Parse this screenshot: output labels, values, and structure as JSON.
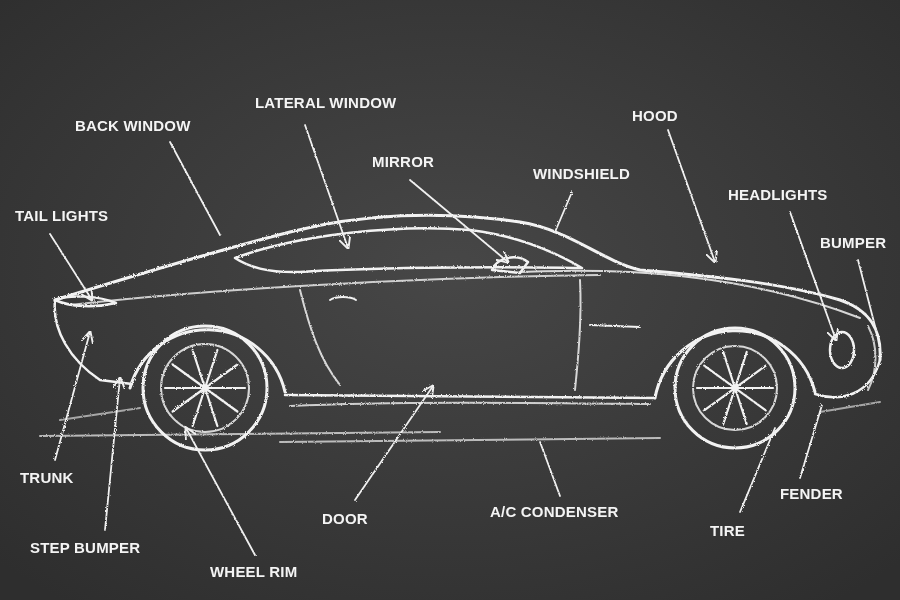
{
  "diagram": {
    "labels": [
      "LATERAL WINDOW",
      "HOOD",
      "BACK WINDOW",
      "MIRROR",
      "WINDSHIELD",
      "HEADLIGHTS",
      "TAIL LIGHTS",
      "BUMPER",
      "TRUNK",
      "A/C CONDENSER",
      "FENDER",
      "DOOR",
      "STEP BUMPER",
      "TIRE",
      "WHEEL RIM"
    ]
  }
}
